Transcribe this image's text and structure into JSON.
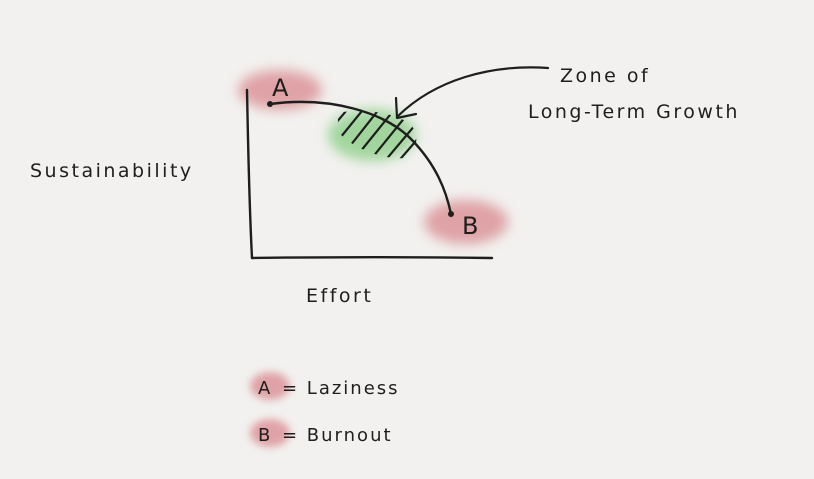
{
  "diagram": {
    "y_axis_label": "Sustainability",
    "x_axis_label": "Effort",
    "callout": {
      "line1": "Zone of",
      "line2": "Long-Term Growth"
    },
    "points": {
      "a_label": "A",
      "b_label": "B"
    },
    "legend": [
      {
        "key": "A",
        "text": "= Laziness"
      },
      {
        "key": "B",
        "text": "= Burnout"
      }
    ],
    "colors": {
      "background": "#f2f1ef",
      "ink": "#1e1e1e",
      "red_blob": "#d9888e",
      "green_blob": "#8fcf8a"
    }
  }
}
